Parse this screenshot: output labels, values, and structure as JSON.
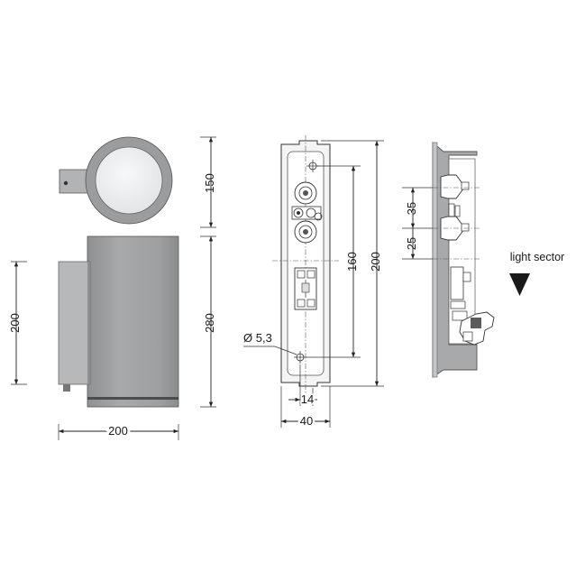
{
  "dimensions": {
    "front_width": "200",
    "front_height": "200",
    "head_height": "150",
    "body_height": "280",
    "plate_width": "40",
    "screw_spacing_x": "14",
    "screw_spacing_y": "160",
    "plate_height": "200",
    "hole_diameter": "Ø 5,3",
    "side_top_gap": "35",
    "side_gap": "25"
  },
  "labels": {
    "light_sector": "light sector"
  },
  "colors": {
    "body_gray": "#9b9d9f",
    "body_light": "#b4b6b8",
    "lens": "#eceef0",
    "line": "#222222"
  },
  "icons": {
    "light_sector_marker": "triangle-down-icon"
  }
}
